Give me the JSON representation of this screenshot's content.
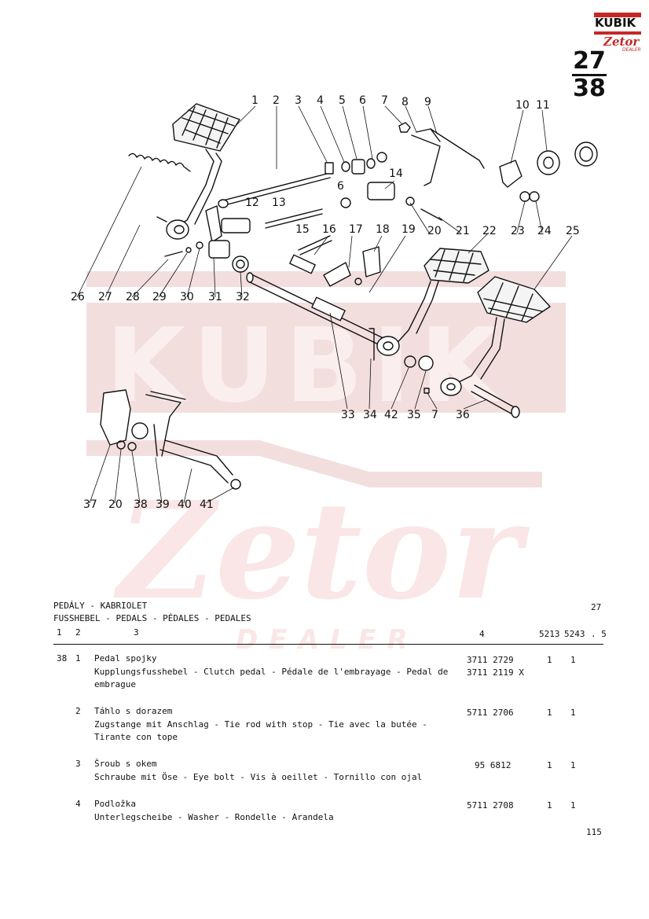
{
  "brand": {
    "kubik": "KUBIK",
    "zetor": "Zetor",
    "dealer": "DEALER",
    "watermark_kubik": "KUBIK",
    "watermark_zetor": "Zetor",
    "watermark_dealer": "DEALER"
  },
  "page_ref": {
    "numerator": "27",
    "denominator": "38"
  },
  "diagram": {
    "callouts": [
      "1",
      "2",
      "3",
      "4",
      "5",
      "6",
      "7",
      "8",
      "9",
      "10",
      "11",
      "12",
      "13",
      "14",
      "6",
      "15",
      "16",
      "17",
      "18",
      "19",
      "20",
      "21",
      "22",
      "23",
      "24",
      "25",
      "26",
      "27",
      "28",
      "29",
      "30",
      "31",
      "32",
      "33",
      "34",
      "42",
      "35",
      "7",
      "36",
      "37",
      "20",
      "38",
      "39",
      "40",
      "41"
    ]
  },
  "section": {
    "title_cz": "PEDÁLY - KABRIOLET",
    "page_no": "27",
    "title_multi": "FUSSHEBEL - PEDALS - PÉDALES - PEDALES",
    "col1": "1",
    "col2": "2",
    "col3": "3",
    "col4": "4",
    "col5": "5213",
    "col6": "5243",
    "col7": ". 5"
  },
  "parts": [
    {
      "group": "38",
      "pos": "1",
      "name": "Pedal spojky",
      "desc1": "Kupplungsfusshebel - Clutch pedal - Pédale de l'embrayage - Pedal de",
      "desc2": "embrague",
      "num1": "3711 2729",
      "num2": "3711 2119 X",
      "q1": "1",
      "q2": "1"
    },
    {
      "group": "",
      "pos": "2",
      "name": "Táhlo s dorazem",
      "desc1": "Zugstange mit Anschlag - Tie rod with stop - Tie avec la butée -",
      "desc2": "Tirante con tope",
      "num1": "5711 2706",
      "num2": "",
      "q1": "1",
      "q2": "1"
    },
    {
      "group": "",
      "pos": "3",
      "name": "Šroub s okem",
      "desc1": "Schraube mit Öse - Eye bolt - Vis à oeillet - Tornillo con ojal",
      "desc2": "",
      "num1": "95 6812",
      "num2": "",
      "q1": "1",
      "q2": "1"
    },
    {
      "group": "",
      "pos": "4",
      "name": "Podložka",
      "desc1": "Unterlegscheibe - Washer - Rondelle - Arandela",
      "desc2": "",
      "num1": "5711 2708",
      "num2": "",
      "q1": "1",
      "q2": "1"
    }
  ],
  "footer": {
    "page_number": "115"
  },
  "colors": {
    "brand_red": "#c62828",
    "watermark": "#f3dede",
    "ink": "#111111"
  }
}
